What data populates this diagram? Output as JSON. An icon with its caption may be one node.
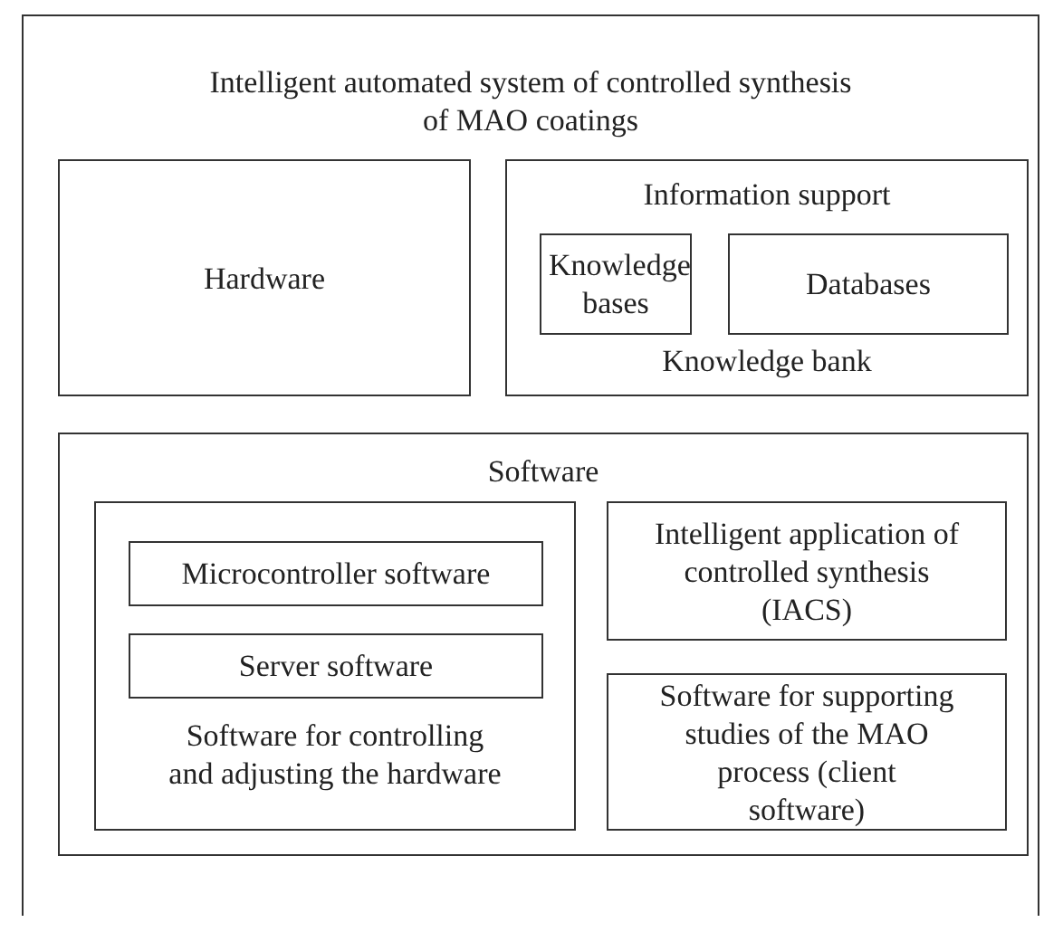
{
  "diagram": {
    "nodes": [
      {
        "text": [
          "Intelligent automated system of controlled synthesis of MAO coatings"
        ]
      },
      {
        "text": [
          "Hardware"
        ],
        "in": 0
      },
      {
        "text": [
          "Information support",
          "Knowledge bank"
        ],
        "in": 0
      },
      {
        "text": [
          "Knowledge bases"
        ],
        "in": 2
      },
      {
        "text": [
          "Databases"
        ],
        "in": 2
      },
      {
        "text": [
          "Software"
        ],
        "in": 0
      },
      {
        "text": [
          "Software for controlling and adjusting the hardware"
        ],
        "in": 5
      },
      {
        "text": [
          "Microcontroller software"
        ],
        "in": 6
      },
      {
        "text": [
          "Server software"
        ],
        "in": 6
      },
      {
        "text": [
          "Intelligent application of controlled synthesis (IACS)"
        ],
        "in": 5
      },
      {
        "text": [
          "Software for supporting studies of the MAO process (client software)"
        ],
        "in": 5
      }
    ]
  }
}
